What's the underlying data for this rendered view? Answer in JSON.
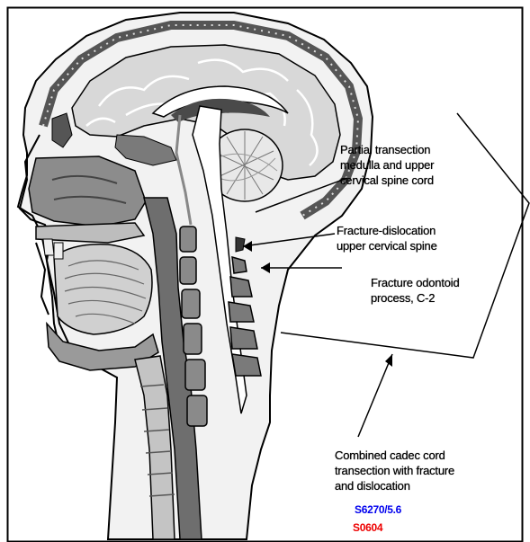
{
  "labels": {
    "partial_transection": [
      "Partial transection",
      "medulla and upper",
      "cervical spine cord"
    ],
    "fracture_dislocation": [
      "Fracture-dislocation",
      "upper cervical spine"
    ],
    "fracture_odontoid": [
      "Fracture odontoid",
      "process, C-2"
    ],
    "combined": [
      "Combined cadec cord",
      "transection with fracture",
      "and dislocation"
    ]
  },
  "codes": [
    {
      "text": "S6270/5.6",
      "color": "#0000ee"
    },
    {
      "text": "S0604",
      "color": "#ee0000"
    }
  ]
}
